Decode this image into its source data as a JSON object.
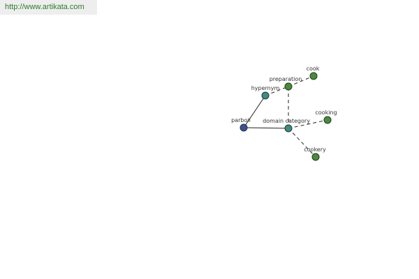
{
  "header": {
    "url_text": "http://www.artikata.com"
  },
  "colors": {
    "url_text": "#2e7a2e",
    "url_background": "#eeeeee",
    "root_node": "#3b4ea0",
    "relation_node": "#3f8a8a",
    "term_node": "#4b8a3b"
  },
  "graph": {
    "nodes": [
      {
        "id": "parboil",
        "label": "parboil",
        "kind": "root"
      },
      {
        "id": "hypernym",
        "label": "hypernym",
        "kind": "relation"
      },
      {
        "id": "domain-category",
        "label": "domain category",
        "kind": "relation"
      },
      {
        "id": "preparation",
        "label": "preparation",
        "kind": "term"
      },
      {
        "id": "cook",
        "label": "cook",
        "kind": "term"
      },
      {
        "id": "cooking",
        "label": "cooking",
        "kind": "term"
      },
      {
        "id": "cookery",
        "label": "cookery",
        "kind": "term"
      }
    ],
    "edges": [
      {
        "from": "parboil",
        "to": "hypernym",
        "style": "solid"
      },
      {
        "from": "parboil",
        "to": "domain-category",
        "style": "solid"
      },
      {
        "from": "hypernym",
        "to": "preparation",
        "style": "dashed"
      },
      {
        "from": "preparation",
        "to": "cook",
        "style": "dashed"
      },
      {
        "from": "domain-category",
        "to": "preparation",
        "style": "dashed"
      },
      {
        "from": "domain-category",
        "to": "cooking",
        "style": "dashed"
      },
      {
        "from": "domain-category",
        "to": "cookery",
        "style": "dashed"
      }
    ]
  }
}
